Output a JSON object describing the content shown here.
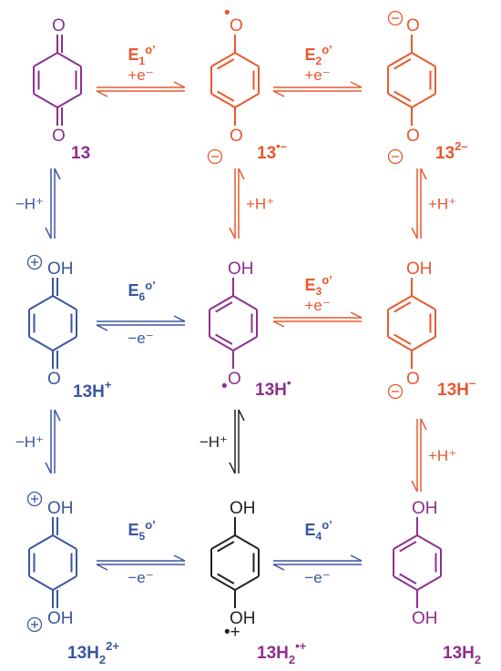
{
  "colors": {
    "purple": "#8e2f8f",
    "orange": "#e9582f",
    "blue": "#3a56a0",
    "black": "#222222"
  },
  "species": {
    "q": {
      "label": "13",
      "top": "O",
      "bottom": "O"
    },
    "q_rad_anion": {
      "label": "13",
      "label_sup": "•–",
      "top": "O",
      "bottom": "O",
      "top_mark": "•",
      "bottom_mark": "−"
    },
    "q_dianion": {
      "label": "13",
      "label_sup": "2–",
      "top": "O",
      "bottom": "O",
      "top_mark": "−",
      "bottom_mark": "−"
    },
    "qh_cation": {
      "label": "13H",
      "label_sup": "+",
      "top": "OH",
      "bottom": "O",
      "top_mark": "+"
    },
    "qh_radical": {
      "label": "13H",
      "label_sup": "•",
      "top": "OH",
      "bottom": "O",
      "bottom_mark": "•"
    },
    "qh_anion": {
      "label": "13H",
      "label_sup": "–",
      "top": "OH",
      "bottom": "O",
      "bottom_mark": "−"
    },
    "qh2_dication": {
      "label": "13H",
      "label_sub": "2",
      "label_sup": "2+",
      "top": "OH",
      "bottom": "OH",
      "top_mark": "+",
      "bottom_mark": "+"
    },
    "qh2_rad_cation": {
      "label": "13H",
      "label_sub": "2",
      "label_sup": "•+",
      "top": "OH",
      "bottom": "OH",
      "bottom_mark": "•+"
    },
    "qh2": {
      "label": "13H",
      "label_sub": "2",
      "top": "OH",
      "bottom": "OH"
    }
  },
  "arrows": {
    "e1": {
      "name": "E",
      "sub": "1",
      "sup": "o’",
      "text": "+e⁻"
    },
    "e2": {
      "name": "E",
      "sub": "2",
      "sup": "o’",
      "text": "+e⁻"
    },
    "e3": {
      "name": "E",
      "sub": "3",
      "sup": "o’",
      "text": "+e⁻"
    },
    "e4": {
      "name": "E",
      "sub": "4",
      "sup": "o’",
      "text": "−e⁻"
    },
    "e5": {
      "name": "E",
      "sub": "5",
      "sup": "o’",
      "text": "−e⁻"
    },
    "e6": {
      "name": "E",
      "sub": "6",
      "sup": "o’",
      "text": "−e⁻"
    },
    "v_left_top": {
      "text": "−H⁺"
    },
    "v_mid_top": {
      "text": "+H⁺"
    },
    "v_right_top": {
      "text": "+H⁺"
    },
    "v_left_bottom": {
      "text": "−H⁺"
    },
    "v_mid_bottom": {
      "text": "−H⁺"
    },
    "v_right_bottom": {
      "text": "+H⁺"
    }
  }
}
